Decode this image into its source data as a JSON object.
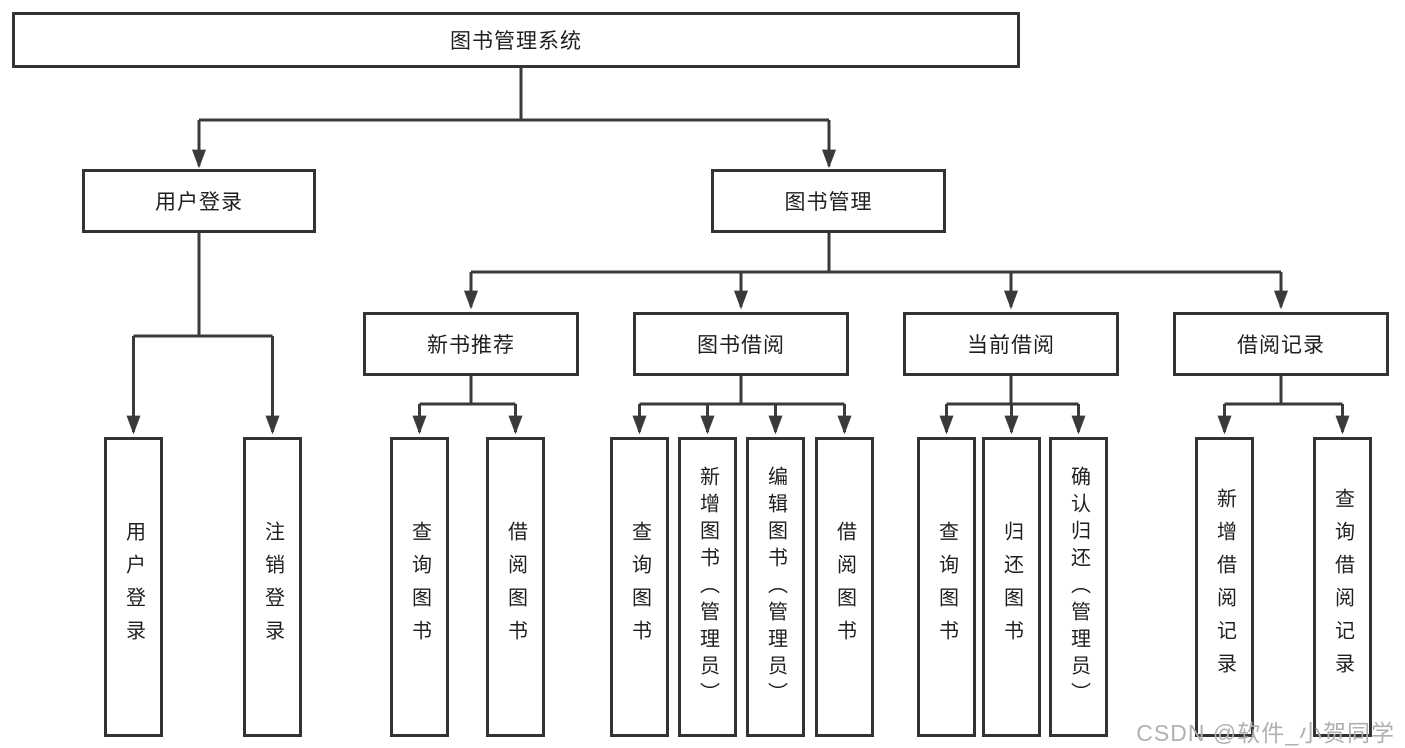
{
  "diagram": {
    "root": "图书管理系统",
    "level2": {
      "user_login": "用户登录",
      "book_mgmt": "图书管理"
    },
    "level3": {
      "new_book_rec": "新书推荐",
      "book_borrow": "图书借阅",
      "current_borrow": "当前借阅",
      "borrow_records": "借阅记录"
    },
    "leaves": {
      "user_login": "用户登录",
      "user_logout": "注销登录",
      "nb_query_books": "查询图书",
      "nb_borrow_books": "借阅图书",
      "bb_query_books": "查询图书",
      "bb_add_books_admin": "新增图书（管理员）",
      "bb_edit_books_admin": "编辑图书（管理员）",
      "bb_borrow_books": "借阅图书",
      "cb_query_books": "查询图书",
      "cb_return_books": "归还图书",
      "cb_confirm_return_admin": "确认归还（管理员）",
      "br_add_record": "新增借阅记录",
      "br_query_record": "查询借阅记录"
    }
  },
  "watermark": "CSDN @软件_小贺同学",
  "colors": {
    "line": "#3a3a3a",
    "box_border": "#333333",
    "text": "#1f1f1f",
    "watermark_text": "#b0b0b0",
    "background": "#ffffff"
  }
}
